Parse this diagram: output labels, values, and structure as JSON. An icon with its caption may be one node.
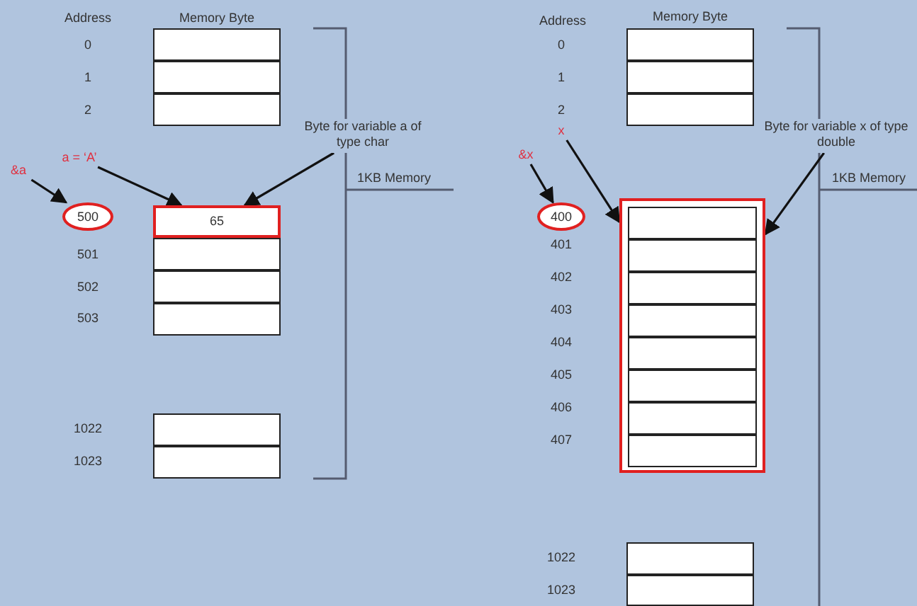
{
  "diagram": {
    "nodes": [
      {
        "text": [],
        "shape": "box"
      },
      {
        "text": [],
        "shape": "box"
      },
      {
        "text": [],
        "shape": "box"
      },
      {
        "text": [
          "a = ‘A’"
        ]
      },
      {
        "text": [
          "&a"
        ]
      },
      {
        "text": [
          "Byte for variable a of type char"
        ]
      },
      {
        "text": [
          "500"
        ]
      },
      {
        "text": [
          "65"
        ]
      },
      {
        "text": [],
        "shape": "box"
      },
      {
        "text": [],
        "shape": "box"
      },
      {
        "text": [],
        "shape": "box"
      },
      {
        "text": [],
        "shape": "box"
      },
      {
        "text": [],
        "shape": "box"
      },
      {
        "text": [],
        "shape": "box"
      },
      {
        "text": [],
        "shape": "box"
      },
      {
        "text": [],
        "shape": "box"
      },
      {
        "text": [
          "x"
        ]
      },
      {
        "text": [
          "Byte for variable x of type double"
        ]
      },
      {
        "text": [
          "&x"
        ]
      },
      {
        "text": [
          "400"
        ]
      },
      {
        "text": [],
        "shape": "box"
      },
      {
        "text": [],
        "shape": "box",
        "in": 20
      },
      {
        "text": [],
        "shape": "box",
        "in": 20
      },
      {
        "text": [],
        "shape": "box",
        "in": 20
      },
      {
        "text": [],
        "shape": "box",
        "in": 20
      },
      {
        "text": [],
        "shape": "box",
        "in": 20
      },
      {
        "text": [],
        "shape": "box",
        "in": 20
      },
      {
        "text": [],
        "shape": "box",
        "in": 20
      },
      {
        "text": [],
        "shape": "box",
        "in": 20
      },
      {
        "text": [],
        "shape": "box"
      },
      {
        "text": [],
        "shape": "box"
      }
    ],
    "edges": [
      {
        "from": 4,
        "to": 6,
        "arrow": "to"
      },
      {
        "from": 3,
        "to": 7,
        "arrow": "to"
      },
      {
        "from": 5,
        "to": 7,
        "arrow": "to"
      },
      {
        "from": 18,
        "to": 19,
        "arrow": "to"
      },
      {
        "from": 16,
        "to": 20,
        "arrow": "to"
      },
      {
        "from": 17,
        "to": 20,
        "arrow": "to"
      }
    ],
    "labels": [
      "Address",
      "Memory Byte",
      "0",
      "1",
      "2",
      "1KB Memory",
      "501",
      "502",
      "503",
      "1022",
      "1023",
      "Address",
      "Memory Byte",
      "0",
      "1",
      "2",
      "1KB Memory",
      "401",
      "402",
      "403",
      "404",
      "405",
      "406",
      "407",
      "1022",
      "1023"
    ]
  }
}
